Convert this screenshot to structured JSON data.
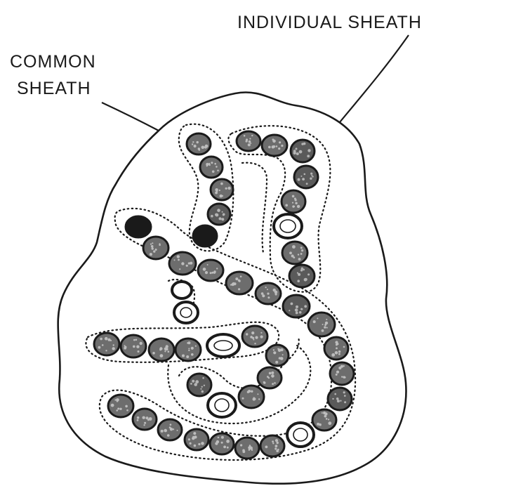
{
  "labels": {
    "common_sheath_line1": "COMMON",
    "common_sheath_line2": "SHEATH",
    "individual_sheath": "INDIVIDUAL SHEATH"
  },
  "colors": {
    "ink": "#1a1a1a",
    "background": "#ffffff"
  }
}
